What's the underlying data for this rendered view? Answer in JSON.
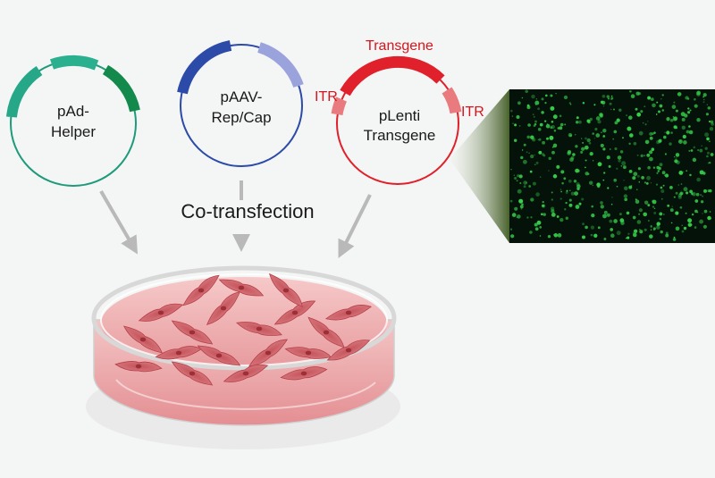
{
  "plasmids": {
    "helper": {
      "line1": "pAd-",
      "line2": "Helper",
      "color": "#1f9a7a",
      "dark": "#138a4c"
    },
    "repcap": {
      "line1": "pAAV-",
      "line2": "Rep/Cap",
      "color": "#2c4aa8",
      "light": "#9aa3dc"
    },
    "transgene": {
      "line1": "pLenti",
      "line2": "Transgene",
      "color": "#e0202a",
      "light": "#e97a7e"
    }
  },
  "labels": {
    "transgene": "Transgene",
    "itr_left": "ITR",
    "itr_right": "ITR",
    "cotransfection": "Co-transfection"
  },
  "colors": {
    "arrow": "#b9b9b9",
    "text": "#1a1a1a",
    "red_label": "#d9141c",
    "fluorescence": "#36d04a",
    "microscopy_bg": "#05120a"
  }
}
